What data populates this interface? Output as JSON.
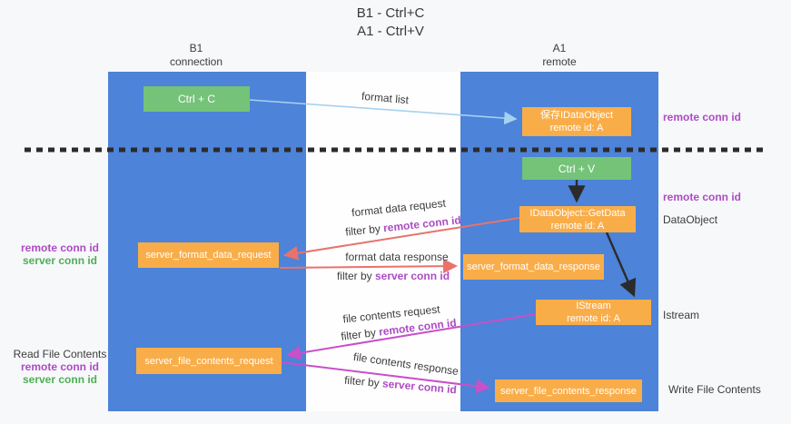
{
  "title": {
    "line1": "B1 - Ctrl+C",
    "line2": "A1 - Ctrl+V"
  },
  "lanes": {
    "left": {
      "name": "B1",
      "role": "connection"
    },
    "right": {
      "name": "A1",
      "role": "remote"
    }
  },
  "nodes": {
    "ctrl_c": {
      "label": "Ctrl + C"
    },
    "save_obj": {
      "line1": "保存IDataObject",
      "line2": "remote id: A"
    },
    "ctrl_v": {
      "label": "Ctrl + V"
    },
    "get_data": {
      "line1": "IDataObject::GetData",
      "line2": "remote id: A"
    },
    "format_request": {
      "label": "server_format_data_request"
    },
    "format_response": {
      "label": "server_format_data_response"
    },
    "istream": {
      "line1": "IStream",
      "line2": "remote id: A"
    },
    "file_request": {
      "label": "server_file_contents_request"
    },
    "file_response": {
      "label": "server_file_contents_response"
    }
  },
  "arrow_labels": {
    "format_list": "format list",
    "format_data_request": "format data request",
    "format_data_response": "format data response",
    "file_contents_request": "file contents request",
    "file_contents_response": "file contents response",
    "filter_prefix": "filter by ",
    "remote_conn_id": "remote conn id",
    "server_conn_id": "server conn id"
  },
  "side_labels": {
    "remote_conn_id_top": "remote conn id",
    "remote_conn_id_mid": "remote conn id",
    "dataobject": "DataObject",
    "istream": "Istream",
    "write_file_contents": "Write File Contents",
    "read_file_contents": "Read File Contents",
    "left_mid_remote": "remote conn id",
    "left_mid_server": "server conn id",
    "left_bottom_remote": "remote conn id",
    "left_bottom_server": "server conn id"
  },
  "colors": {
    "lane_blue": "#4d83d8",
    "node_green": "#74c379",
    "node_orange": "#f9ad49",
    "arrow_light_blue": "#a5d2ef",
    "arrow_salmon": "#e8736c",
    "arrow_magenta": "#c850c8",
    "arrow_black": "#2b2b2b",
    "dashed_divider": "#2b2b2b",
    "text_purple": "#ad4bc4",
    "text_green": "#4fae57",
    "text_dark": "#3c3c3c"
  }
}
